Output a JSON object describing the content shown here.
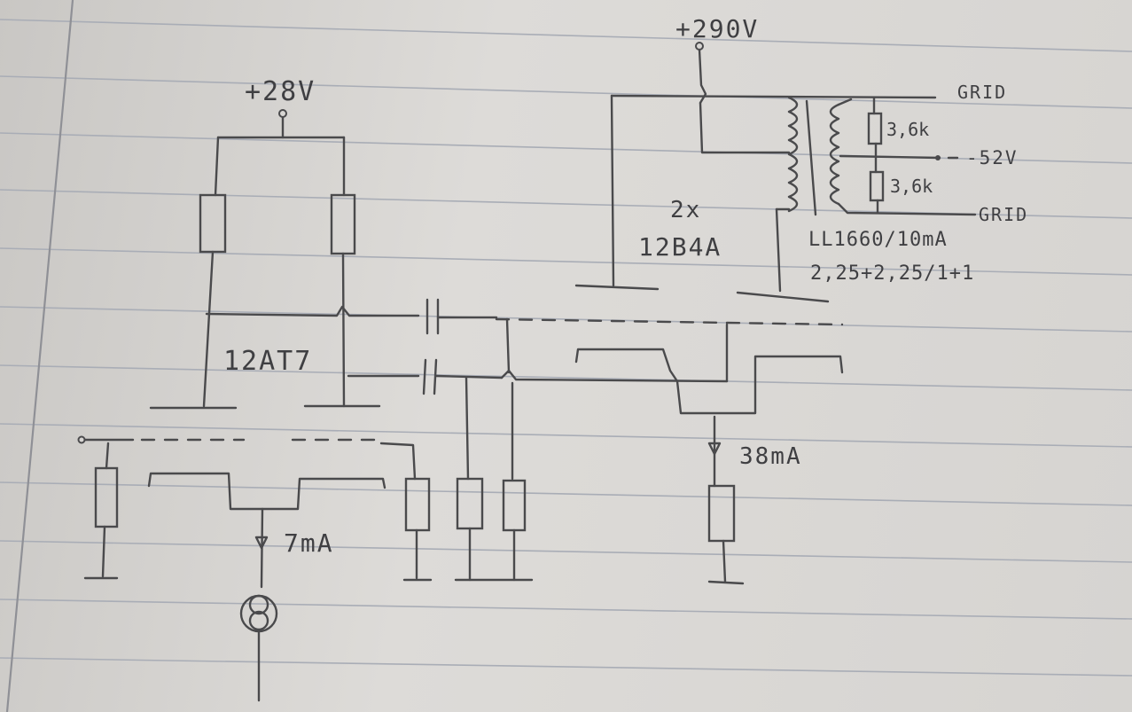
{
  "labels": {
    "supply_28v": "+28V",
    "supply_290v": "+290V",
    "grid_top": "GRID",
    "resistor_upper": "3,6k",
    "bias_voltage": "-52V",
    "resistor_lower": "3,6k",
    "grid_bottom": "GRID",
    "output_tube_count": "2x",
    "output_tube_type": "12B4A",
    "transformer_model": "LL1660/10mA",
    "transformer_ratio": "2,25+2,25/1+1",
    "driver_tube_type": "12AT7",
    "output_current": "38mA",
    "driver_current": "7mA"
  },
  "colors": {
    "paper": "#d8d6d3",
    "ink": "#4a4a4c",
    "ruled_line": "#a9adb6",
    "margin_line": "#8f9096"
  }
}
